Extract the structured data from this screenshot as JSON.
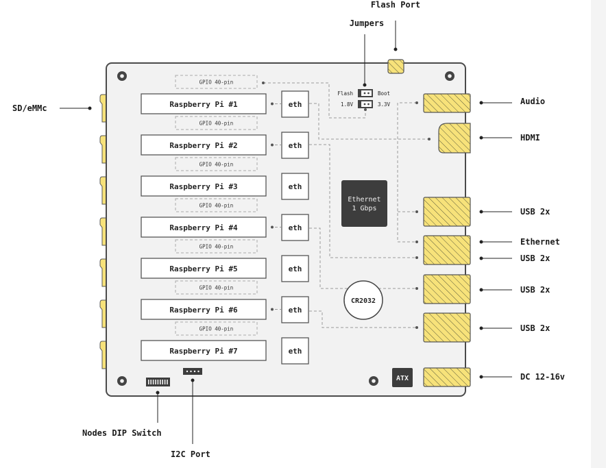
{
  "title": "Board connector diagram",
  "colors": {
    "board": "#f2f2f2",
    "board_border": "#4a4a4a",
    "connector_fill": "#f7e27a",
    "chip": "#3d3d3d",
    "dashed": "#9a9a9a"
  },
  "callouts": {
    "flash_port": "Flash Port",
    "jumpers": "Jumpers",
    "sd_emmc": "SD/eMMc",
    "audio": "Audio",
    "hdmi": "HDMI",
    "usb_1": "USB 2x",
    "ethernet": "Ethernet",
    "usb_2": "USB 2x",
    "usb_3": "USB 2x",
    "usb_4": "USB 2x",
    "dc": "DC 12-16v",
    "dip_switch": "Nodes DIP Switch",
    "i2c": "I2C Port"
  },
  "jumpers": {
    "row1_left": "Flash",
    "row1_right": "Boot",
    "row2_left": "1.8V",
    "row2_right": "3.3V"
  },
  "gpio_label": "GPIO 40-pin",
  "nodes": [
    {
      "label": "Raspberry Pi  #1",
      "eth": "eth",
      "linked": true
    },
    {
      "label": "Raspberry Pi  #2",
      "eth": "eth",
      "linked": true
    },
    {
      "label": "Raspberry Pi  #3",
      "eth": "eth",
      "linked": false
    },
    {
      "label": "Raspberry Pi  #4",
      "eth": "eth",
      "linked": true
    },
    {
      "label": "Raspberry Pi  #5",
      "eth": "eth",
      "linked": false
    },
    {
      "label": "Raspberry Pi  #6",
      "eth": "eth",
      "linked": true
    },
    {
      "label": "Raspberry Pi  #7",
      "eth": "eth",
      "linked": false
    }
  ],
  "chips": {
    "ethernet_line1": "Ethernet",
    "ethernet_line2": "1 Gbps",
    "battery": "CR2032",
    "atx": "ATX"
  }
}
